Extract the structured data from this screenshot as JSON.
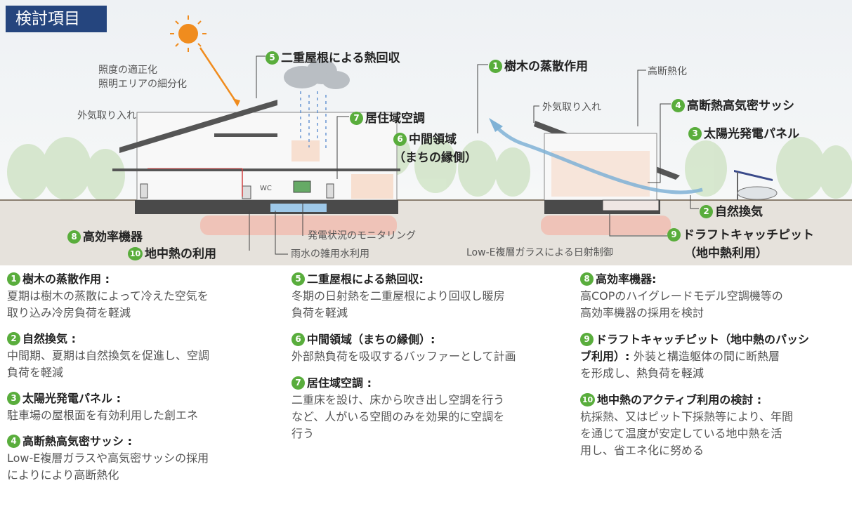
{
  "title": "検討項目",
  "diagram": {
    "callouts": [
      {
        "id": 5,
        "n": "5",
        "text": "二重屋根による熱回収"
      },
      {
        "id": 1,
        "n": "1",
        "text": "樹木の蒸散作用"
      },
      {
        "id": 4,
        "n": "4",
        "text": "高断熱高気密サッシ"
      },
      {
        "id": 3,
        "n": "3",
        "text": "太陽光発電パネル"
      },
      {
        "id": 7,
        "n": "7",
        "text": "居住域空調"
      },
      {
        "id": 6,
        "n": "6",
        "text": "中間領域"
      },
      {
        "id": 2,
        "n": "2",
        "text": "自然換気"
      },
      {
        "id": 8,
        "n": "8",
        "text": "高効率機器"
      },
      {
        "id": 9,
        "n": "9",
        "text": "ドラフトキャッチピット"
      },
      {
        "id": 10,
        "n": "10",
        "text": "地中熱の利用"
      }
    ],
    "callout6_sub": "（まちの縁側）",
    "callout9_sub": "（地中熱利用）",
    "notes": {
      "lighting_1": "照度の適正化",
      "lighting_2": "照明エリアの細分化",
      "intake_left": "外気取り入れ",
      "intake_right": "外気取り入れ",
      "insulation": "高断熱化",
      "monitoring": "発電状況のモニタリング",
      "rainwater": "雨水の雑用水利用",
      "lowe": "Low-E複層ガラスによる日射制御",
      "wc": "WC"
    }
  },
  "cards": [
    {
      "n": "1",
      "title": "樹木の蒸散作用  :",
      "text": "夏期は樹木の蒸散によって冷えた空気を\n取り込み冷房負荷を軽減"
    },
    {
      "n": "2",
      "title": "自然換気 :",
      "text": "中間期、夏期は自然換気を促進し、空調\n負荷を軽減"
    },
    {
      "n": "3",
      "title": "太陽光発電パネル :",
      "text": "駐車場の屋根面を有効利用した創エネ"
    },
    {
      "n": "4",
      "title": "高断熱高気密サッシ :",
      "text": "Low-E複層ガラスや高気密サッシの採用\nによりにより高断熱化"
    },
    {
      "n": "5",
      "title": "二重屋根による熱回収:",
      "text": "冬期の日射熱を二重屋根により回収し暖房\n負荷を軽減"
    },
    {
      "n": "6",
      "title": "中間領域（まちの縁側）:",
      "text": "外部熱負荷を吸収するバッファーとして計画"
    },
    {
      "n": "7",
      "title": "居住域空調 :",
      "text": "二重床を設け、床から吹き出し空調を行う\nなど、人がいる空間のみを効果的に空調を\n行う"
    },
    {
      "n": "8",
      "title": "高効率機器:",
      "text": "高COPのハイグレードモデル空調機等の\n高効率機器の採用を検討"
    },
    {
      "n": "9",
      "title": "ドラフトキャッチピット（地中熱のパッシ\nブ利用）: ",
      "text": "外装と構造躯体の間に断熱層\nを形成し、熱負荷を軽減"
    },
    {
      "n": "10",
      "title": "地中熱のアクティブ利用の検討 :",
      "text": "杭採熱、又はピット下採熱等により、年間\nを通じて温度が安定している地中熱を活\n用し、省エネ化に努める"
    }
  ],
  "colors": {
    "accent_green": "#59ad3c",
    "title_bg": "#25457e",
    "airflow": "#7fb2d6",
    "heat": "#f2b7a8"
  }
}
